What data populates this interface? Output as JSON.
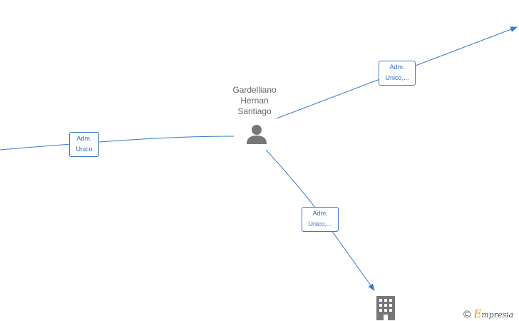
{
  "person": {
    "name_lines": [
      "Gardelliano",
      "Hernan",
      "Santiago"
    ],
    "icon": "person-icon"
  },
  "edges": [
    {
      "id": "left",
      "label_lines": [
        "Adm.",
        "Unico"
      ]
    },
    {
      "id": "topright",
      "label_lines": [
        "Adm.",
        "Unico,..."
      ]
    },
    {
      "id": "bottom",
      "label_lines": [
        "Adm.",
        "Unico,..."
      ]
    }
  ],
  "company_node": {
    "icon": "building-icon"
  },
  "watermark": {
    "symbol": "©",
    "brand_initial": "E",
    "brand_rest": "mpresia"
  },
  "colors": {
    "edge": "#3a78c9",
    "label_text": "#2f6fc4",
    "icon": "#777777",
    "brand_accent": "#f39200"
  }
}
